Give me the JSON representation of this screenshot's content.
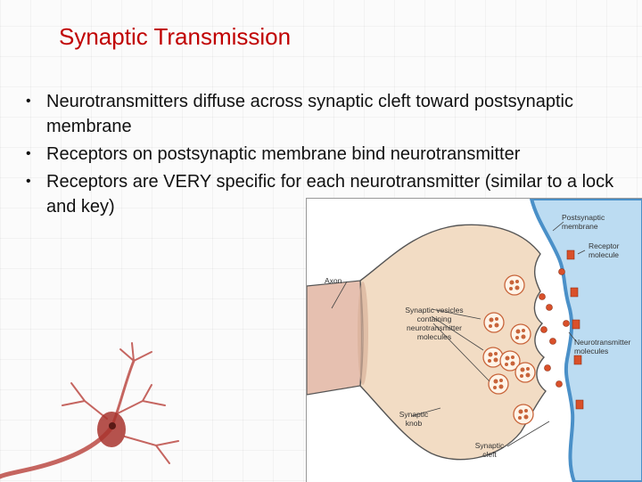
{
  "slide": {
    "title": "Synaptic Transmission",
    "bullets": [
      "Neurotransmitters diffuse across synaptic cleft toward postsynaptic membrane",
      "Receptors on postsynaptic membrane bind neurotransmitter",
      "Receptors are VERY specific for each neurotransmitter (similar to a lock and key)"
    ]
  },
  "diagram": {
    "labels": {
      "axon": "Axon",
      "vesicles_line1": "Synaptic vesicles",
      "vesicles_line2": "containing",
      "vesicles_line3": "neurotransmitter",
      "vesicles_line4": "molecules",
      "knob_line1": "Synaptic",
      "knob_line2": "knob",
      "cleft_line1": "Synaptic",
      "cleft_line2": "cleft",
      "postsyn_line1": "Postsynaptic",
      "postsyn_line2": "membrane",
      "receptor_line1": "Receptor",
      "receptor_line2": "molecule",
      "nt_line1": "Neurotransmitter",
      "nt_line2": "molecules"
    },
    "colors": {
      "knob_fill": "#f2dcc4",
      "knob_outline": "#555555",
      "postsynaptic_fill": "#bcdcf2",
      "membrane": "#4a90c8",
      "receptor": "#d9502a",
      "vesicle": "#c8643a",
      "axon_fill": "#e6c0b0"
    }
  }
}
